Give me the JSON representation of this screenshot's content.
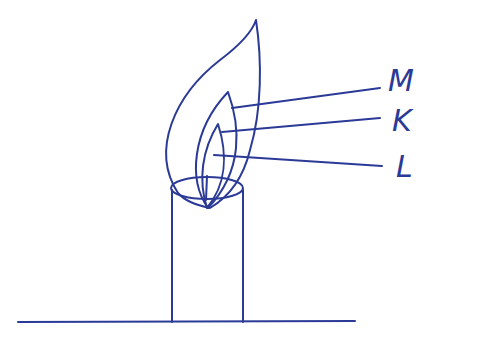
{
  "diagram": {
    "labels": [
      "M",
      "K",
      "L"
    ]
  }
}
